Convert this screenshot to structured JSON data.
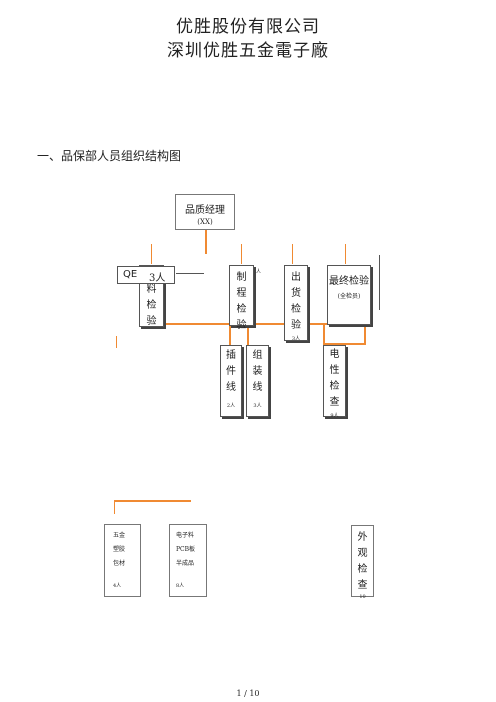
{
  "header": {
    "company_name": "优胜股份有限公司",
    "factory_name": "深圳优胜五金電子廠"
  },
  "section": {
    "heading": "一、品保部人员组织结构图"
  },
  "org": {
    "manager": {
      "title": "品质经理",
      "name": "(XX)"
    },
    "qe": {
      "label": "QE",
      "count": "3人"
    },
    "incoming": {
      "label": "料检验"
    },
    "process": {
      "label": "制程检验",
      "count": "人"
    },
    "outgoing": {
      "label": "出货检验",
      "count": "3人"
    },
    "final": {
      "label": "最终检验",
      "note": "(全检员)"
    },
    "insertion": {
      "label": "插件线",
      "count": "2人"
    },
    "assembly": {
      "label": "组装线",
      "count": "3人"
    },
    "electrical": {
      "label": "电性检查",
      "count": "9人"
    }
  },
  "lower": {
    "box1": {
      "lines": [
        "五金",
        "塑胶",
        "包材"
      ],
      "count": "4人"
    },
    "box2": {
      "lines": [
        "电子料",
        "PCB板",
        "半成品"
      ],
      "count": "8人"
    },
    "box3": {
      "label": "外观检查",
      "count": "10"
    }
  },
  "footer": {
    "page": "1 / 10"
  }
}
